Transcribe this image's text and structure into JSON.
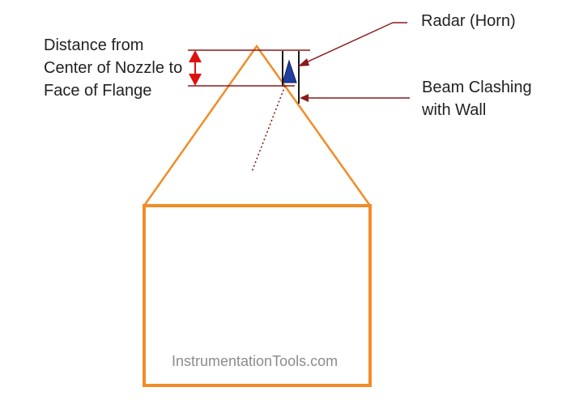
{
  "labels": {
    "distance": [
      "Distance from",
      "Center of Nozzle to",
      "Face of Flange"
    ],
    "radar": "Radar (Horn)",
    "beam": [
      "Beam Clashing",
      "with Wall"
    ]
  },
  "watermark": "InstrumentationTools.com",
  "colors": {
    "tank": "#f28c28",
    "leader": "#8b1a1a",
    "dimension_arrow": "#e01010",
    "horn": "#1f3fa0",
    "beam": "#8b1a1a",
    "nozzle": "#000000"
  },
  "icons": {
    "horn": "radar-horn-icon",
    "dimension": "double-arrow-icon"
  }
}
